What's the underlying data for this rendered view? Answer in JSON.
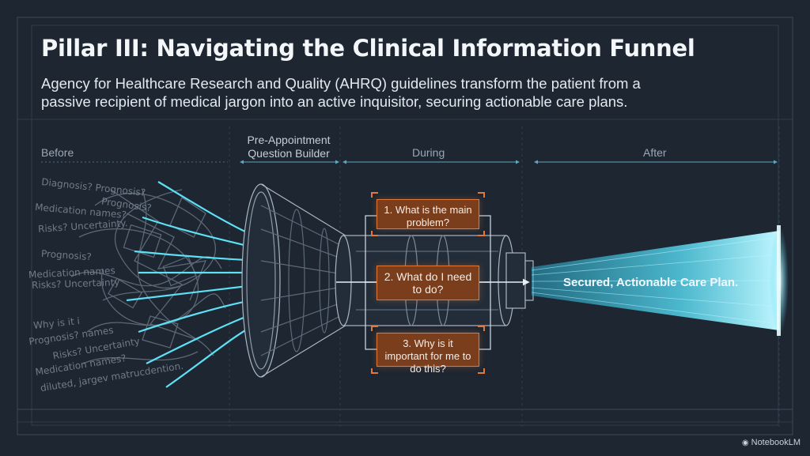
{
  "title": "Pillar III: Navigating the Clinical Information Funnel",
  "subtitle": "Agency for Healthcare Research and Quality (AHRQ) guidelines transform the patient from a passive recipient of medical jargon into an active inquisitor, securing actionable care plans.",
  "phases": {
    "before": "Before",
    "builder": "Pre-Appointment Question Builder",
    "during": "During",
    "after": "After"
  },
  "confusion_words": [
    "Diagnosis? Prognosis?",
    "Prognosis?",
    "Medication names?",
    "Risks? Uncertainty.",
    "Prognosis?",
    "Medication names",
    "Risks? Uncertainty",
    "Why is it i",
    "Prognosis? names",
    "Risks? Uncertainty",
    "Medication names?",
    "diluted, jargev matrucdention."
  ],
  "questions": [
    "1. What is the main problem?",
    "2. What do I need to do?",
    "3. Why is it important for me to do this?"
  ],
  "outcome": "Secured, Actionable Care Plan.",
  "brand": {
    "icon": "notebooklm-icon",
    "label": "NotebookLM"
  },
  "colors": {
    "background": "#1d2631",
    "cyan_accent": "#4fd8f0",
    "question_fill": "#7a3e1c",
    "question_border": "#e0793a"
  }
}
